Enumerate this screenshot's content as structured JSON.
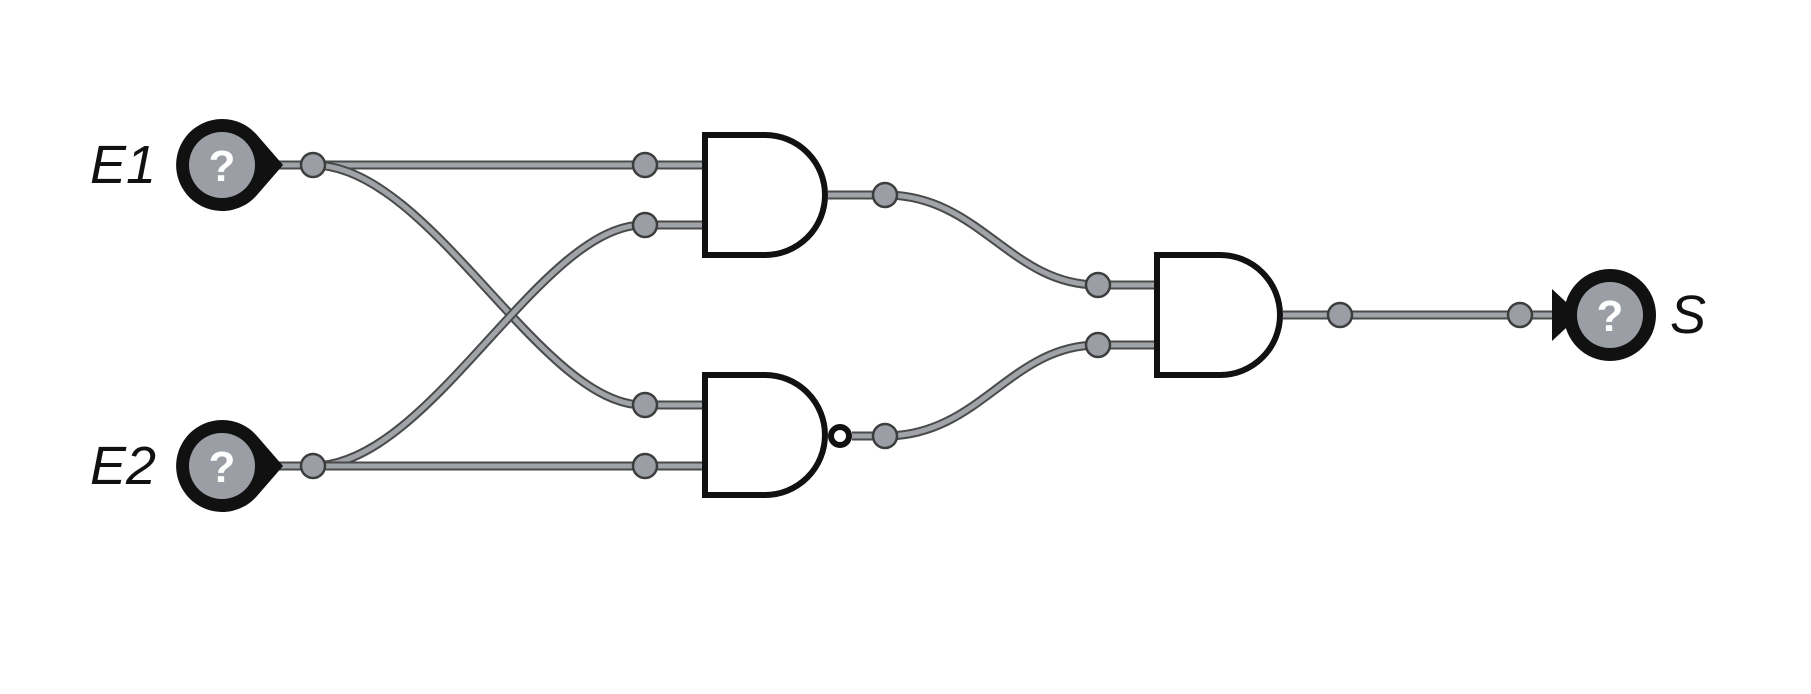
{
  "diagram": {
    "inputs": [
      {
        "id": "E1",
        "label": "E1",
        "state": "?"
      },
      {
        "id": "E2",
        "label": "E2",
        "state": "?"
      }
    ],
    "output": {
      "id": "S",
      "label": "S",
      "state": "?"
    },
    "gates": [
      {
        "id": "gate-1",
        "type": "AND"
      },
      {
        "id": "gate-2",
        "type": "NAND"
      },
      {
        "id": "gate-3",
        "type": "AND"
      }
    ],
    "colors": {
      "wire": "#a0a3a8",
      "wire_edge": "#4a4a4a",
      "node_fill": "#9b9fa5",
      "stroke": "#111111"
    }
  }
}
